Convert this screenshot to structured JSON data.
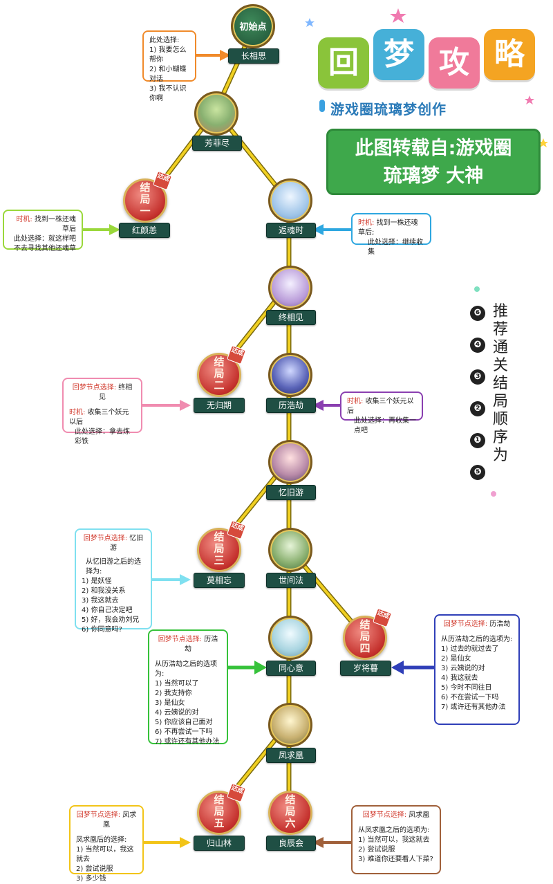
{
  "header": {
    "tiles": [
      "回",
      "梦",
      "攻",
      "略"
    ],
    "subtitle": "游戏圈琉璃梦创作",
    "banner_line1": "此图转载自:游戏圈",
    "banner_line2": "琉璃梦 大神"
  },
  "order": {
    "numbers": [
      "❻",
      "❹",
      "❸",
      "❷",
      "❶",
      "❺"
    ],
    "text": [
      "推",
      "荐",
      "通",
      "关",
      "结",
      "局",
      "顺",
      "序",
      "为"
    ]
  },
  "nodes": {
    "start": "初始点",
    "changxiangsi": "长相思",
    "fangfeijin": "芳菲尽",
    "honghuan": "红颜恙",
    "fanhunshi": "返魂时",
    "zhongxiangjian": "终相见",
    "wuguiqi": "无归期",
    "lihaojie": "历浩劫",
    "yijiuyou": "忆旧游",
    "moxiangwang": "莫相忘",
    "shijianfa": "世间法",
    "tongxinyi": "同心意",
    "suijiangmu": "岁将暮",
    "fengqiuhuang": "凤求凰",
    "guishanlin": "归山林",
    "liangchenhui": "良辰会"
  },
  "endings": {
    "e1": [
      "结",
      "局",
      "一"
    ],
    "e2": [
      "结",
      "局",
      "二"
    ],
    "e3": [
      "结",
      "局",
      "三"
    ],
    "e4": [
      "结",
      "局",
      "四"
    ],
    "e5": [
      "结",
      "局",
      "五"
    ],
    "e6": [
      "结",
      "局",
      "六"
    ],
    "badge": "达成"
  },
  "notes": {
    "n1": {
      "title": "此处选择:",
      "items": [
        "1) 我要怎么帮你",
        "2) 和小蝴蝶对话",
        "3) 我不认识你啊"
      ]
    },
    "n2": {
      "l1_label": "时机:",
      "l1": "找到一株还魂草后",
      "l2": "此处选择：就这样吧",
      "l3": "不去寻找其他还魂草"
    },
    "n3": {
      "l1_label": "时机:",
      "l1": "找到一株还魂草后;",
      "l2": "此处选择：继续收集"
    },
    "n4": {
      "l1_label": "回梦节点选择:",
      "l1": "终相见",
      "l2_label": "时机:",
      "l2": "收集三个妖元以后",
      "l3": "此处选择：拿去炼彩铁"
    },
    "n5": {
      "l1_label": "时机:",
      "l1": "收集三个妖元以后",
      "l2": "此处选择：再收集一点吧"
    },
    "n6": {
      "hdr_label": "回梦节点选择:",
      "hdr": "忆旧游",
      "intro": "从忆旧游之后的选择为:",
      "items": [
        "1) 是妖怪",
        "2) 和我没关系",
        "3) 我这就去",
        "4) 你自己决定吧",
        "5) 好，我会劝刘兄",
        "6) 你同意吗?"
      ]
    },
    "n7": {
      "hdr_label": "回梦节点选择:",
      "hdr": "历浩劫",
      "intro": "从历浩劫之后的选项为:",
      "items": [
        "1) 当然可以了",
        "2) 我支持你",
        "3) 是仙女",
        "4) 云姨说的对",
        "5) 你应该自己面对",
        "6) 不再尝试一下吗",
        "7) 或许还有其他办法"
      ]
    },
    "n8": {
      "hdr_label": "回梦节点选择:",
      "hdr": "历浩劫",
      "intro": "从历浩劫之后的选项为:",
      "items": [
        "1) 过去的就过去了",
        "2) 是仙女",
        "3) 云姨说的对",
        "4) 我这就去",
        "5) 今时不同往日",
        "6) 不在尝试一下吗",
        "7) 或许还有其他办法"
      ]
    },
    "n9": {
      "hdr_label": "回梦节点选择:",
      "hdr": "凤求凰",
      "intro": "凤求凰后的选择:",
      "items": [
        "1) 当然可以，我这就去",
        "2) 尝试说服",
        "3) 多少钱"
      ]
    },
    "n10": {
      "hdr_label": "回梦节点选择:",
      "hdr": "凤求凰",
      "intro": "从凤求凰之后的选项为:",
      "items": [
        "1) 当然可以，我这就去",
        "2) 尝试说服",
        "3) 难道你还要看人下菜?"
      ]
    }
  },
  "colors": {
    "line": "#e2c21c",
    "node_label": "#1f4f44",
    "arrow_orange": "#f08a2a",
    "arrow_lime": "#9ad83b",
    "arrow_blue": "#2ea7e0",
    "arrow_pink": "#f08cb0",
    "arrow_purple": "#8a3fb0",
    "arrow_cyan": "#7fe0f0",
    "arrow_green": "#36c23a",
    "arrow_navy": "#2f3fb8",
    "arrow_yellow": "#f2c418",
    "arrow_brown": "#a0603a"
  }
}
